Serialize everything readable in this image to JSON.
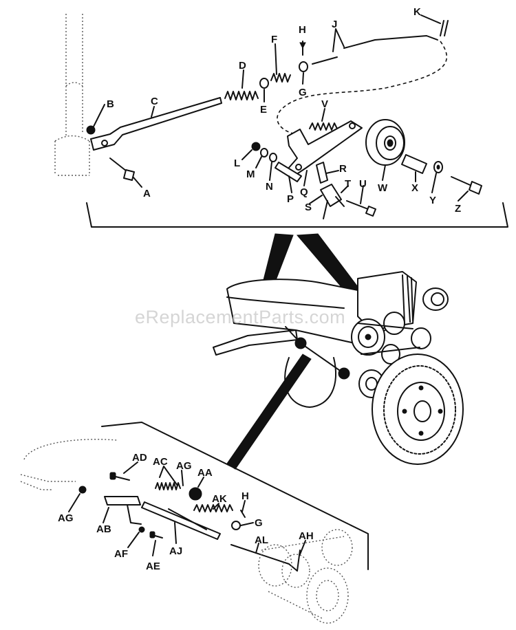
{
  "watermark": "eReplacementParts.com",
  "callouts": {
    "A": "A",
    "B": "B",
    "C": "C",
    "D": "D",
    "E": "E",
    "F": "F",
    "G": "G",
    "H": "H",
    "J": "J",
    "K": "K",
    "L": "L",
    "M": "M",
    "N": "N",
    "P": "P",
    "Q": "Q",
    "R": "R",
    "S": "S",
    "T": "T",
    "U": "U",
    "V": "V",
    "W": "W",
    "X": "X",
    "Y": "Y",
    "Z": "Z",
    "AA": "AA",
    "AB": "AB",
    "AC": "AC",
    "AD": "AD",
    "AE": "AE",
    "AF": "AF",
    "AG": "AG",
    "AH": "AH",
    "AJ": "AJ",
    "AK": "AK",
    "AL": "AL"
  }
}
